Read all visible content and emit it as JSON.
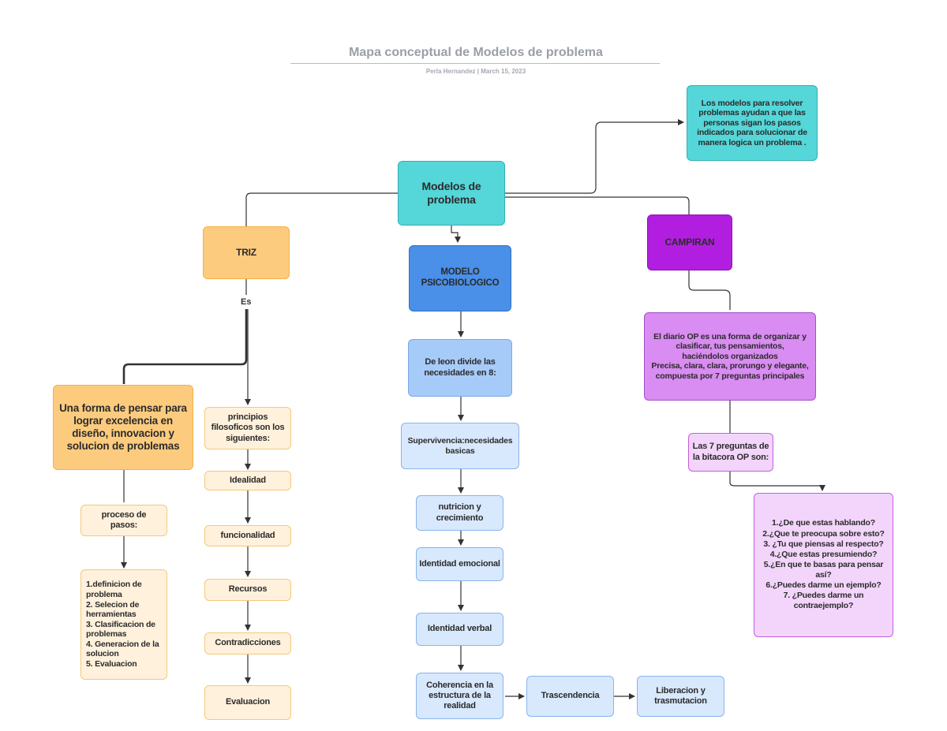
{
  "header": {
    "title": "Mapa conceptual de Modelos de problema",
    "subtitle": "Perla Hernandez  |  March 15, 2023"
  },
  "nodes": {
    "root": "Modelos de\nproblema",
    "note": "Los modelos para resolver problemas ayudan a que las personas sigan los pasos indicados para solucionar de manera logica un problema .",
    "triz": "TRIZ",
    "triz_link": "Es",
    "triz_def": "Una forma de pensar para lograr excelencia en diseño, innovacion y solucion de problemas",
    "triz_process": "proceso de\npasos:",
    "triz_steps": "1.definicion de problema\n2. Selecion de herramientas\n3. Clasificacion de problemas\n4. Generacion de la solucion\n5. Evaluacion",
    "triz_principles": "principios filosoficos son los siguientes:",
    "triz_p1": "Idealidad",
    "triz_p2": "funcionalidad",
    "triz_p3": "Recursos",
    "triz_p4": "Contradicciones",
    "triz_p5": "Evaluacion",
    "psico": "MODELO\nPSICOBIOLOGICO",
    "psico_leon": "De leon divide las necesidades en 8:",
    "psico_n1": "Supervivencia:necesidades basicas",
    "psico_n2": "nutricion y crecimiento",
    "psico_n3": "Identidad emocional",
    "psico_n4": "Identidad verbal",
    "psico_n5": "Coherencia en la estructura de la realidad",
    "psico_n6": "Trascendencia",
    "psico_n7": "Liberacion y trasmutacion",
    "campiran": "CAMPIRAN",
    "camp_diario": "El diario OP es una forma de organizar y clasificar, tus pensamientos,\nhaciéndolos organizados\nPrecisa, clara, clara, prorungo y elegante, compuesta por 7 preguntas principales",
    "camp_siete": "Las 7 preguntas de la bitacora OP son:",
    "camp_preguntas": "1.¿De que estas hablando?\n2.¿Que te preocupa sobre esto?\n3. ¿Tu que piensas al respecto?\n4.¿Que estas presumiendo?\n5.¿En que te basas para pensar así?\n6.¿Puedes darme un ejemplo?\n7. ¿Puedes darme un contraejemplo?"
  },
  "colors": {
    "teal": "#55d6d8",
    "orange": "#fdcb7e",
    "blue": "#4a8fe8",
    "purple": "#b21ee0",
    "violet": "#d98cf1",
    "connector": "#333333"
  }
}
